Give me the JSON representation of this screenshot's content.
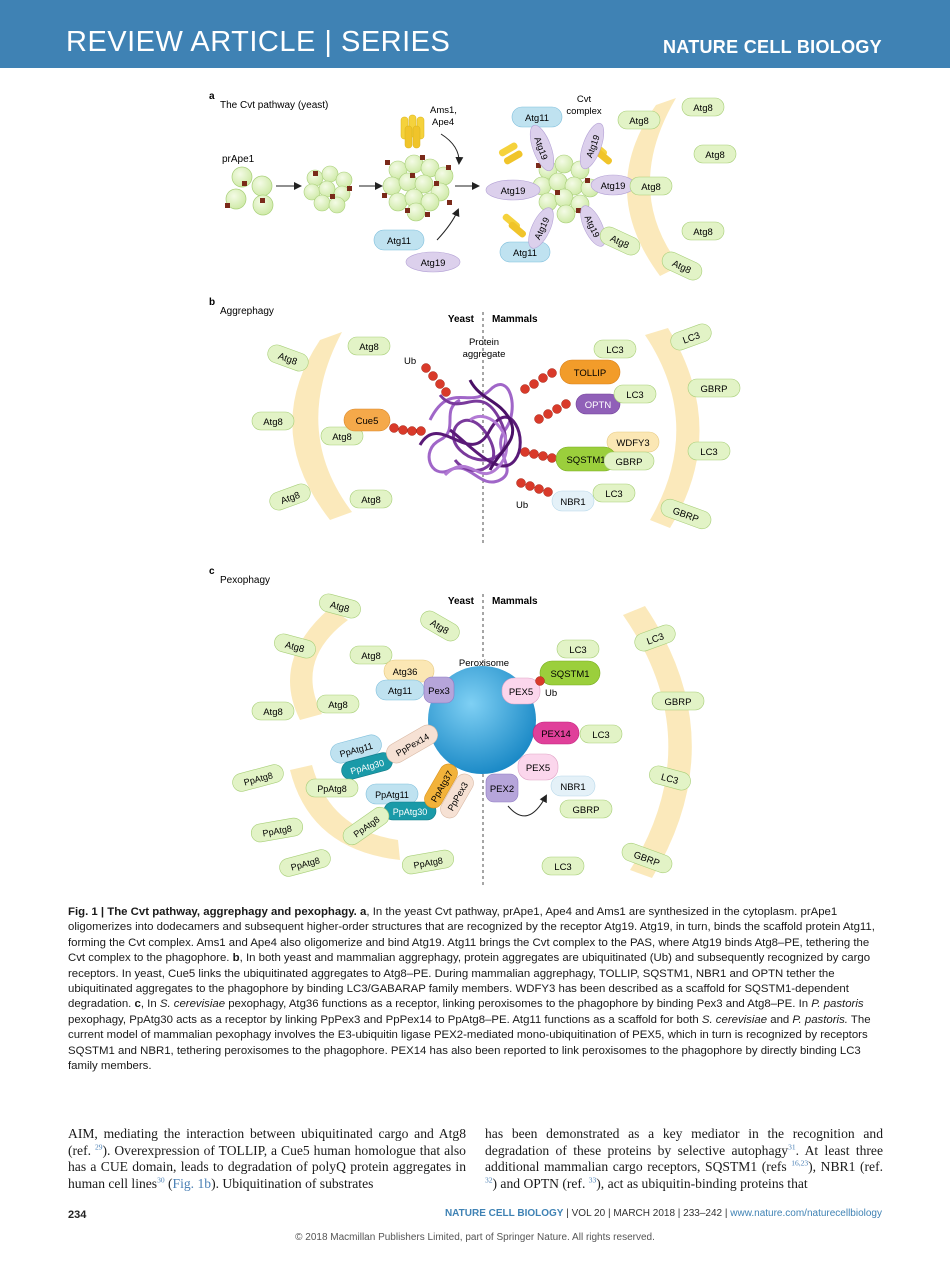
{
  "header": {
    "section": "REVIEW ARTICLE",
    "separator": "|",
    "series": "SERIES",
    "journal": "NATURE CELL BIOLOGY"
  },
  "figure": {
    "panel_a": {
      "letter": "a",
      "title": "The Cvt pathway (yeast)",
      "prape1": "prApe1",
      "ams1": "Ams1,",
      "ape4": "Ape4",
      "cvt": "Cvt",
      "complex": "complex",
      "atg11": "Atg11",
      "atg19": "Atg19",
      "atg8": "Atg8"
    },
    "panel_b": {
      "letter": "b",
      "title": "Aggrephagy",
      "yeast": "Yeast",
      "mammals": "Mammals",
      "protein": "Protein",
      "aggregate": "aggregate",
      "ub": "Ub",
      "atg8": "Atg8",
      "cue5": "Cue5",
      "lc3": "LC3",
      "gbrp": "GBRP",
      "tollip": "TOLLIP",
      "optn": "OPTN",
      "wdfy3": "WDFY3",
      "sqstm1": "SQSTM1",
      "nbr1": "NBR1"
    },
    "panel_c": {
      "letter": "c",
      "title": "Pexophagy",
      "yeast": "Yeast",
      "mammals": "Mammals",
      "peroxisome": "Peroxisome",
      "atg8": "Atg8",
      "atg36": "Atg36",
      "atg11": "Atg11",
      "pex3": "Pex3",
      "ppatg8": "PpAtg8",
      "ppatg11": "PpAtg11",
      "ppatg30": "PpAtg30",
      "pppex14": "PpPex14",
      "ppatg37": "PpAtg37",
      "pppex3": "PpPex3",
      "lc3": "LC3",
      "sqstm1": "SQSTM1",
      "pex5": "PEX5",
      "ub": "Ub",
      "gbrp": "GBRP",
      "pex14": "PEX14",
      "pex2": "PEX2",
      "nbr1": "NBR1"
    }
  },
  "caption": {
    "label": "Fig. 1 | The Cvt pathway, aggrephagy and pexophagy.",
    "a_letter": "a",
    "a_text": ", In the yeast Cvt pathway, prApe1, Ape4 and Ams1 are synthesized in the cytoplasm. prApe1 oligomerizes into dodecamers and subsequent higher-order structures that are recognized by the receptor Atg19. Atg19, in turn, binds the scaffold protein Atg11, forming the Cvt complex. Ams1 and Ape4 also oligomerize and bind Atg19. Atg11 brings the Cvt complex to the PAS, where Atg19 binds Atg8–PE, tethering the Cvt complex to the phagophore. ",
    "b_letter": "b",
    "b_text": ", In both yeast and mammalian aggrephagy, protein aggregates are ubiquitinated (Ub) and subsequently recognized by cargo receptors. In yeast, Cue5 links the ubiquitinated aggregates to Atg8–PE. During mammalian aggrephagy, TOLLIP, SQSTM1, NBR1 and OPTN tether the ubiquitinated aggregates to the phagophore by binding LC3/GABARAP family members. WDFY3 has been described as a scaffold for SQSTM1-dependent degradation. ",
    "c_letter": "c",
    "c_text1": ", In ",
    "c_italic1": "S. cerevisiae",
    "c_text2": " pexophagy, Atg36 functions as a receptor, linking peroxisomes to the phagophore by binding Pex3 and Atg8–PE. In ",
    "c_italic2": "P. pastoris",
    "c_text3": " pexophagy, PpAtg30 acts as a receptor by linking PpPex3 and PpPex14 to PpAtg8–PE. Atg11 functions as a scaffold for both ",
    "c_italic3": "S. cerevisiae",
    "c_text4": " and ",
    "c_italic4": "P. pastoris.",
    "c_text5": " The current model of mammalian pexophagy involves the E3-ubiquitin ligase PEX2-mediated mono-ubiquitination of PEX5, which in turn is recognized by receptors SQSTM1 and NBR1, tethering peroxisomes to the phagophore. PEX14 has also been reported to link peroxisomes to the phagophore by directly binding LC3 family members."
  },
  "body": {
    "left_1": "AIM, mediating the interaction between ubiquitinated cargo and Atg8 (ref. ",
    "left_ref1": "29",
    "left_2": "). Overexpression of TOLLIP, a Cue5 human homologue that also has a CUE domain, leads to degradation of polyQ protein aggregates in human cell lines",
    "left_ref2": "30",
    "left_3": " (",
    "left_figref": "Fig. 1b",
    "left_4": "). Ubiquitination of substrates",
    "right_1": "has been demonstrated as a key mediator in the recognition and degradation of these proteins by selective autophagy",
    "right_ref1": "31",
    "right_2": ". At least three additional mammalian cargo receptors, SQSTM1 (refs ",
    "right_ref2": "16,23",
    "right_3": "), NBR1 (ref. ",
    "right_ref3": "32",
    "right_4": ") and OPTN (ref. ",
    "right_ref4": "33",
    "right_5": "), act as ubiquitin-binding proteins that"
  },
  "footer": {
    "page": "234",
    "journal": "NATURE CELL BIOLOGY",
    "details": " | VOL 20 | MARCH 2018 | 233–242 | ",
    "url": "www.nature.com/naturecellbiology",
    "copyright": "© 2018 Macmillan Publishers Limited, part of Springer Nature. All rights reserved."
  },
  "colors": {
    "header_blue": "#3f82b4",
    "membrane": "#fbe7b4",
    "atg8_green": "#e2f3c6",
    "atg11_blue": "#bfe2f0",
    "atg19_purple": "#dcd0ec",
    "peroxisome": "#2aa0d8",
    "tollip_orange": "#f29c2a",
    "optn_purple": "#9060b8",
    "sqstm1_green": "#9bcf3c",
    "pex14_pink": "#e0409a",
    "ub_red": "#d93a2a"
  }
}
